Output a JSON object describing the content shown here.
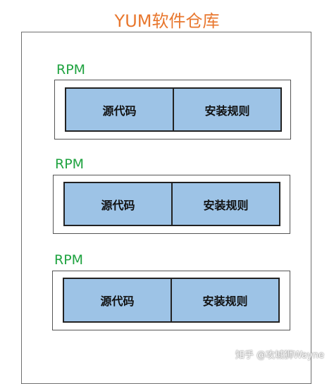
{
  "title": "YUM软件仓库",
  "rpm_packages": [
    {
      "label": "RPM",
      "source": "源代码",
      "rules": "安装规则"
    },
    {
      "label": "RPM",
      "source": "源代码",
      "rules": "安装规则"
    },
    {
      "label": "RPM",
      "source": "源代码",
      "rules": "安装规则"
    }
  ],
  "watermark": "知乎 @攻城狮Wayne",
  "colors": {
    "title": "#e8772e",
    "rpm_label": "#1fa340",
    "cell_fill": "#9dc3e6"
  }
}
